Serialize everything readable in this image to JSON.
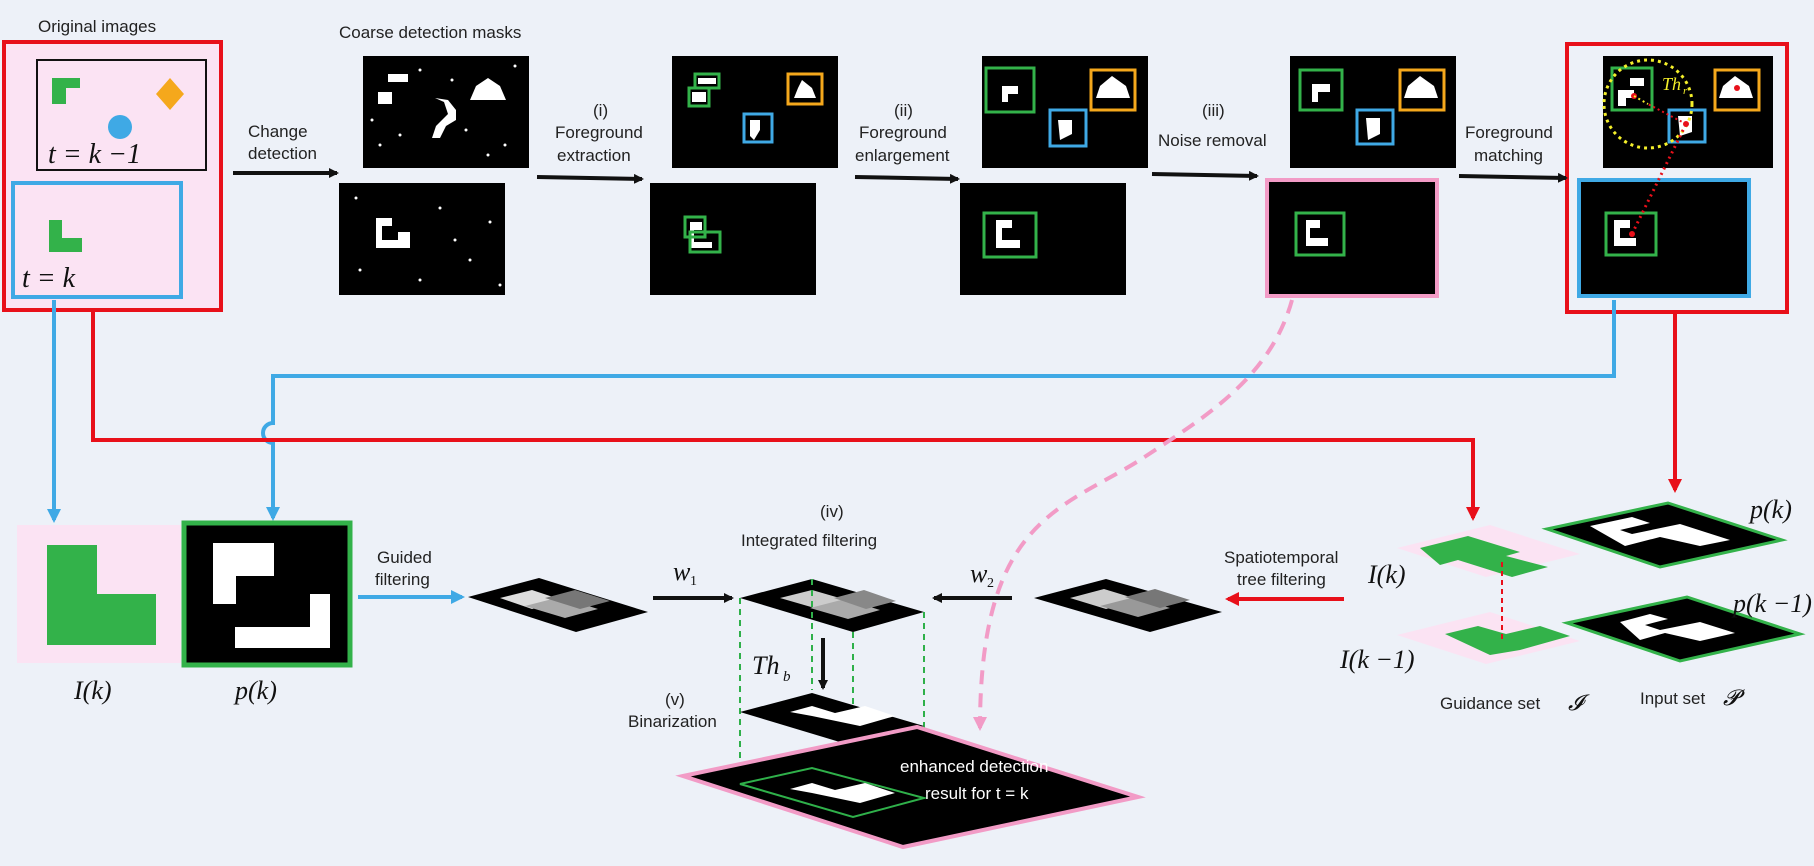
{
  "labels": {
    "original_images": "Original images",
    "coarse_masks": "Coarse detection masks",
    "change_detection": [
      "Change",
      "detection"
    ],
    "step_i": [
      "(i)",
      "Foreground",
      "extraction"
    ],
    "step_ii": [
      "(ii)",
      "Foreground",
      "enlargement"
    ],
    "step_iii": [
      "(iii)",
      "Noise removal"
    ],
    "foreground_matching": [
      "Foreground",
      "matching"
    ],
    "guided_filtering": [
      "Guided",
      "filtering"
    ],
    "step_iv": [
      "(iv)",
      "Integrated filtering"
    ],
    "step_v": [
      "(v)",
      "Binarization"
    ],
    "spatiotemporal": [
      "Spatiotemporal",
      "tree filtering"
    ],
    "enhanced_result": [
      "enhanced detection",
      "result for t = k"
    ],
    "guidance_set": "Guidance set",
    "guidance_set_symbol": "𝓘",
    "input_set": "Input set",
    "input_set_symbol": "𝓟"
  },
  "math": {
    "t_km1": "t = k −1",
    "t_k": "t = k",
    "Ik": "I(k)",
    "pk": "p(k)",
    "Ikm1": "I(k −1)",
    "pkm1": "p(k −1)",
    "w1": "w",
    "w1_sub": "1",
    "w2": "w",
    "w2_sub": "2",
    "thb": "Th",
    "thb_sub": "b",
    "thr": "Th",
    "thr_sub": "r"
  },
  "colors": {
    "background": "#edf1f8",
    "red": "#e8101a",
    "blue": "#3fa9e5",
    "green": "#33b24a",
    "orange": "#f5a81c",
    "pink": "#f29bc6",
    "pink_fill": "#fbe3f3",
    "dashed_green": "#2fb04a",
    "yellow": "#f4ef2a"
  }
}
